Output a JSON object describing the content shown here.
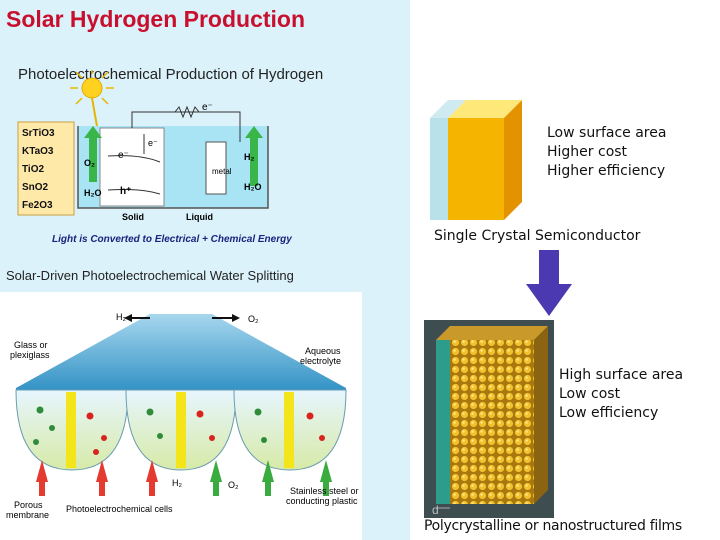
{
  "title": "Solar Hydrogen Production",
  "pec_section": {
    "subtitle": "Photoelectrochemical Production of Hydrogen",
    "materials": [
      "SrTiO3",
      "KTaO3",
      "TiO2",
      "SnO2",
      "Fe2O3"
    ],
    "labels": {
      "electron_top": "e⁻",
      "electron_vert": "e⁻",
      "electron_band": "e⁻",
      "hole": "h⁺",
      "o2": "O₂",
      "h2o_left": "H₂O",
      "h2": "H₂",
      "metal": "metal",
      "h2o_right": "H₂O",
      "solid": "Solid",
      "liquid": "Liquid"
    },
    "caption": "Light is Converted to Electrical + Chemical Energy"
  },
  "splitting_section": {
    "subtitle": "Solar-Driven Photoelectrochemical Water Splitting",
    "labels": {
      "h2_top": "H₂",
      "o2_top": "O₂",
      "glass": "Glass or plexiglass",
      "aqueous": "Aqueous electrolyte",
      "h2_bottom": "H₂",
      "o2_bottom": "O₂",
      "porous": "Porous membrane",
      "pec_cells": "Photoelectrochemical cells",
      "stainless": "Stainless steel or conducting plastic"
    }
  },
  "single_crystal": {
    "points": [
      "Low surface area",
      "Higher cost",
      "Higher efficiency"
    ],
    "caption": "Single Crystal Semiconductor"
  },
  "polycrystalline": {
    "points": [
      "High surface area",
      "Low cost",
      "Low efficiency"
    ],
    "thickness_label": "d",
    "caption": "Polycrystalline or nanostructured films"
  },
  "colors": {
    "title": "#c8102e",
    "arrow": "#4a39b0",
    "panel": "#dcf2fa"
  }
}
